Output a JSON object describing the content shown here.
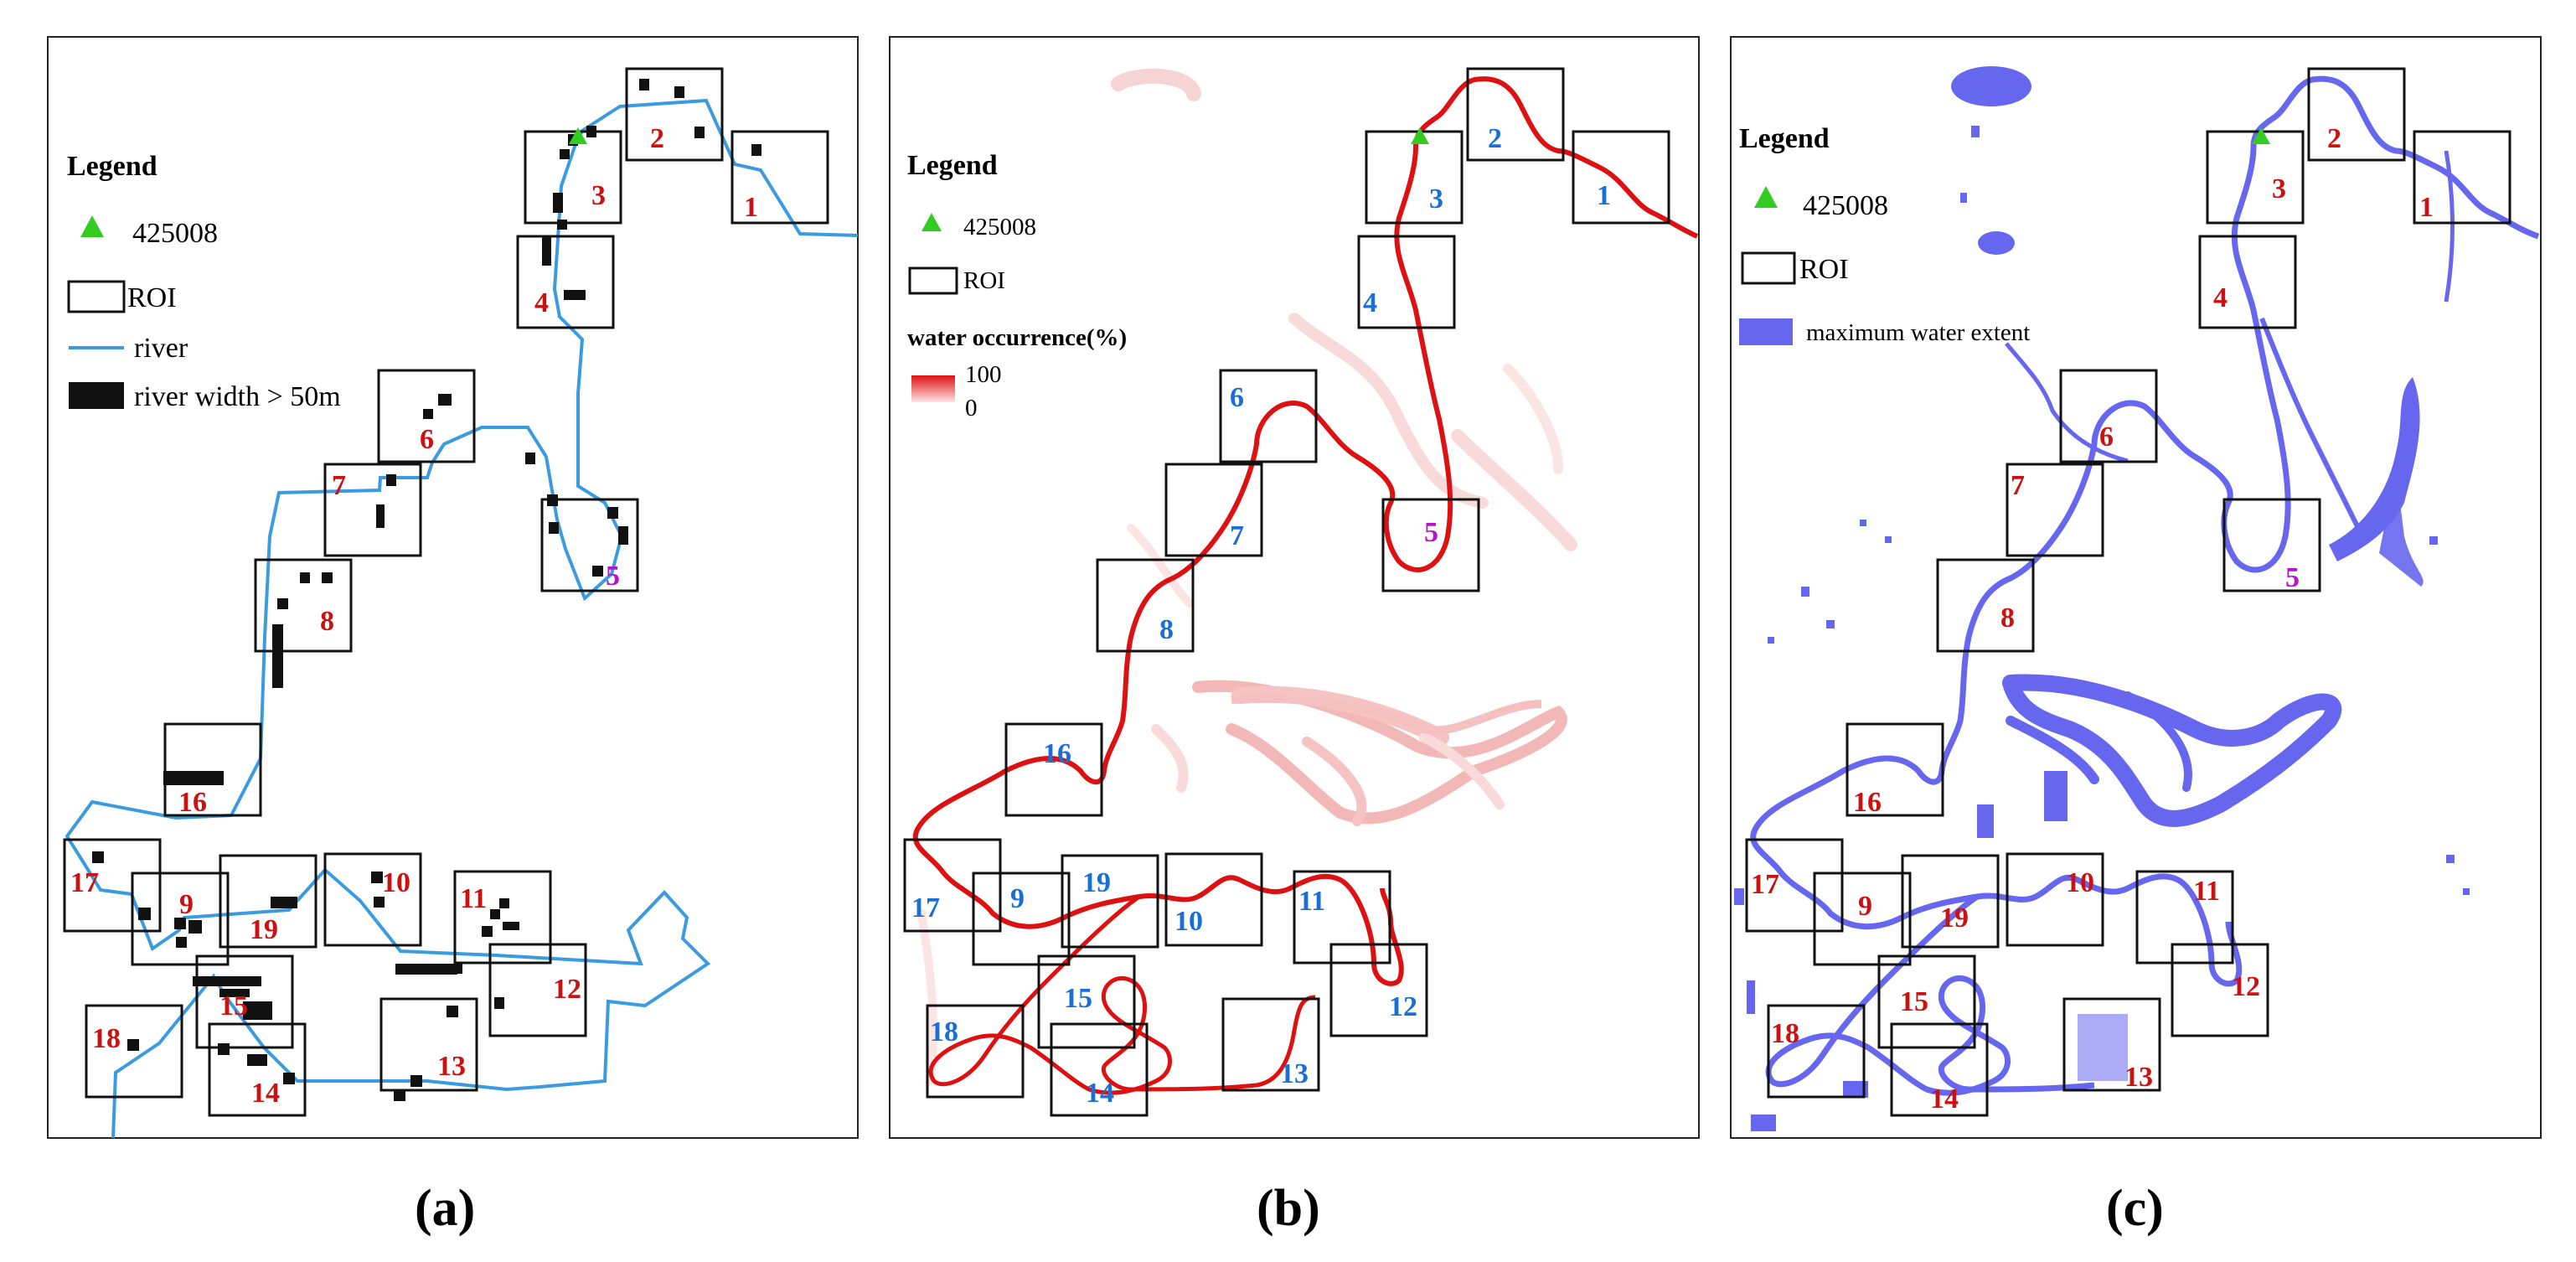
{
  "panels": [
    {
      "caption": "(a)",
      "legend": {
        "title": "Legend",
        "station": "425008",
        "roi": "ROI",
        "river": "river",
        "width": "river width > 50m"
      }
    },
    {
      "caption": "(b)",
      "legend": {
        "title": "Legend",
        "station": "425008",
        "roi": "ROI",
        "occurrence_title": "water occurrence(%)",
        "occurrence_max": "100",
        "occurrence_min": "0"
      }
    },
    {
      "caption": "(c)",
      "legend": {
        "title": "Legend",
        "station": "425008",
        "roi": "ROI",
        "extent": "maximum water extent"
      }
    }
  ],
  "roi_labels": [
    "1",
    "2",
    "3",
    "4",
    "5",
    "6",
    "7",
    "8",
    "9",
    "10",
    "11",
    "12",
    "13",
    "14",
    "15",
    "16",
    "17",
    "18",
    "19"
  ],
  "colors": {
    "river": "#3a9be0",
    "station": "#33cc22",
    "label_red": "#cc1111",
    "label_blue": "#1a6fd6",
    "label_magenta": "#b515c8",
    "occurrence": "#dd1111",
    "extent": "#6666ee"
  },
  "icons": [
    "station-triangle-icon",
    "roi-box-icon",
    "river-line-icon",
    "width-bar-icon",
    "occurrence-gradient-icon",
    "extent-swatch-icon"
  ]
}
